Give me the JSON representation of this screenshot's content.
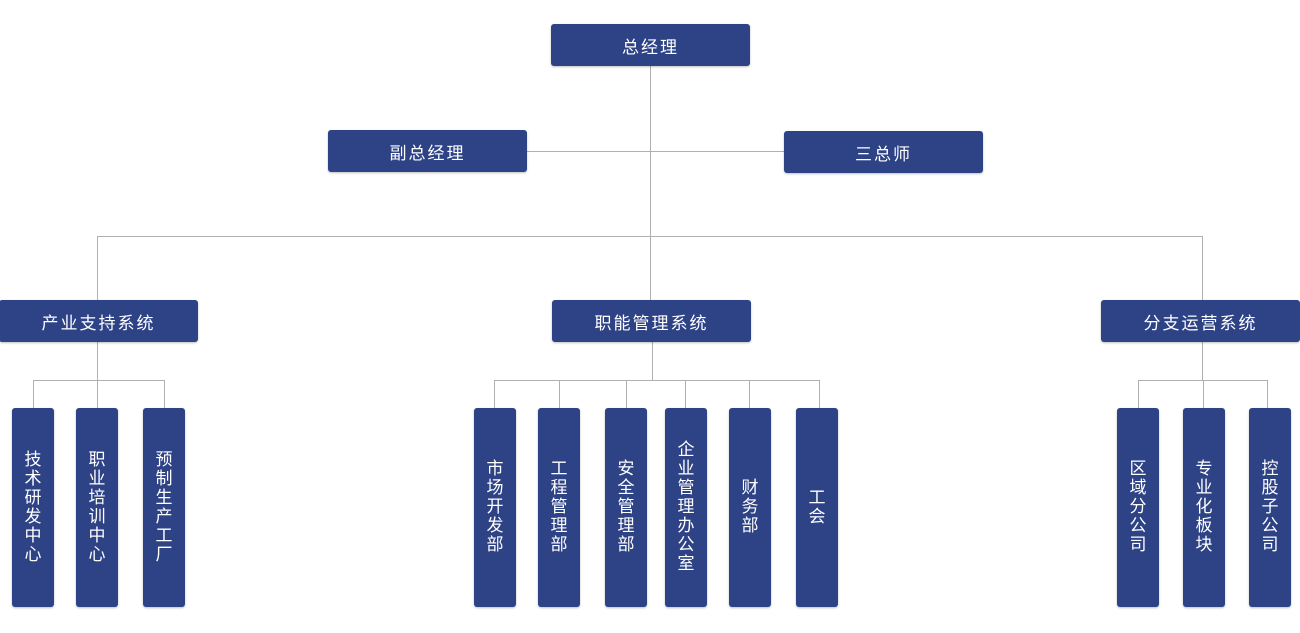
{
  "colors": {
    "box": "#2e4286",
    "line": "#b0b0b0",
    "text": "#ffffff"
  },
  "top": {
    "gm": "总经理",
    "deputy": "副总经理",
    "chiefs": "三总师"
  },
  "systems": {
    "industry": {
      "label": "产业支持系统",
      "units": [
        "技术研发中心",
        "职业培训中心",
        "预制生产工厂"
      ]
    },
    "functional": {
      "label": "职能管理系统",
      "units": [
        "市场开发部",
        "工程管理部",
        "安全管理部",
        "企业管理办公室",
        "财务部",
        "工会"
      ]
    },
    "branch": {
      "label": "分支运营系统",
      "units": [
        "区域分公司",
        "专业化板块",
        "控股子公司"
      ]
    }
  }
}
